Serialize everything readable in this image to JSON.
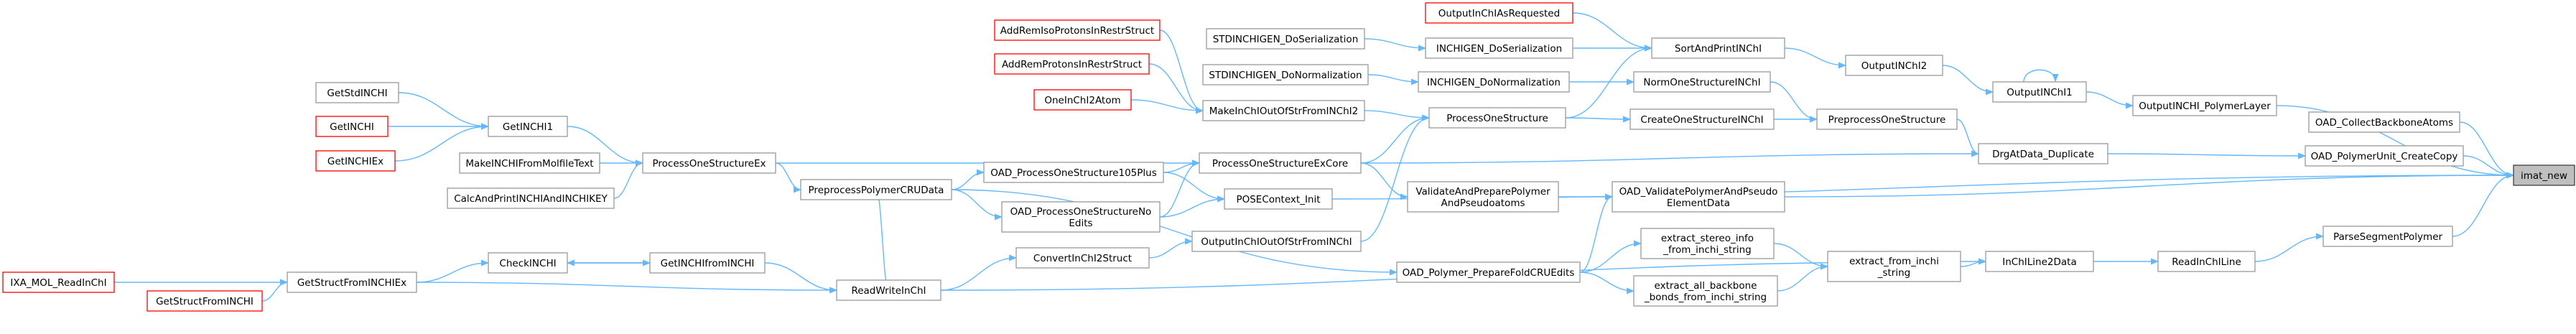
{
  "theme": {
    "node_fill": "#ffffff",
    "node_stroke": "#999999",
    "undocumented_stroke": "#ff0000",
    "root_fill": "#bfbfbf",
    "root_stroke": "#404040",
    "edge_color": "#63b8ff"
  },
  "nodes": {
    "OutputInChIAsRequested": {
      "label": "OutputInChIAsRequested",
      "kind": "undocumented"
    },
    "AddRemIsoProtonsInRestrStruct": {
      "label": "AddRemIsoProtonsInRestrStruct",
      "kind": "undocumented"
    },
    "STDINCHIGEN_DoSerialization": {
      "label": "STDINCHIGEN_DoSerialization",
      "kind": "normal"
    },
    "INCHIGEN_DoSerialization": {
      "label": "INCHIGEN_DoSerialization",
      "kind": "normal"
    },
    "SortAndPrintINChI": {
      "label": "SortAndPrintINChI",
      "kind": "normal"
    },
    "OutputINChI2": {
      "label": "OutputINChI2",
      "kind": "normal"
    },
    "OutputINChI1": {
      "label": "OutputINChI1",
      "kind": "normal"
    },
    "OutputINCHI_PolymerLayer": {
      "label": "OutputINCHI_PolymerLayer",
      "kind": "normal"
    },
    "AddRemProtonsInRestrStruct": {
      "label": "AddRemProtonsInRestrStruct",
      "kind": "undocumented"
    },
    "STDINCHIGEN_DoNormalization": {
      "label": "STDINCHIGEN_DoNormalization",
      "kind": "normal"
    },
    "INCHIGEN_DoNormalization": {
      "label": "INCHIGEN_DoNormalization",
      "kind": "normal"
    },
    "NormOneStructureINChI": {
      "label": "NormOneStructureINChI",
      "kind": "normal"
    },
    "GetStdINCHI": {
      "label": "GetStdINCHI",
      "kind": "normal"
    },
    "OneInChI2Atom": {
      "label": "OneInChI2Atom",
      "kind": "undocumented"
    },
    "MakeInChIOutOfStrFromINChI2": {
      "label": "MakeInChIOutOfStrFromINChI2",
      "kind": "normal"
    },
    "GetINCHI": {
      "label": "GetINCHI",
      "kind": "undocumented"
    },
    "GetINCHI1": {
      "label": "GetINCHI1",
      "kind": "normal"
    },
    "ProcessOneStructure": {
      "label": "ProcessOneStructure",
      "kind": "normal"
    },
    "CreateOneStructureINChI": {
      "label": "CreateOneStructureINChI",
      "kind": "normal"
    },
    "PreprocessOneStructure": {
      "label": "PreprocessOneStructure",
      "kind": "normal"
    },
    "OAD_CollectBackboneAtoms": {
      "label": "OAD_CollectBackboneAtoms",
      "kind": "normal"
    },
    "GetINCHIEx": {
      "label": "GetINCHIEx",
      "kind": "undocumented"
    },
    "MakeINCHIFromMolfileText": {
      "label": "MakeINCHIFromMolfileText",
      "kind": "normal"
    },
    "ProcessOneStructureEx": {
      "label": "ProcessOneStructureEx",
      "kind": "normal"
    },
    "OAD_ProcessOneStructure105Plus": {
      "label": "OAD_ProcessOneStructure105Plus",
      "kind": "normal"
    },
    "ProcessOneStructureExCore": {
      "label": "ProcessOneStructureExCore",
      "kind": "normal"
    },
    "DrgAtData_Duplicate": {
      "label": "DrgAtData_Duplicate",
      "kind": "normal"
    },
    "OAD_PolymerUnit_CreateCopy": {
      "label": "OAD_PolymerUnit_CreateCopy",
      "kind": "normal"
    },
    "imat_new": {
      "label": "imat_new",
      "kind": "root"
    },
    "CalcAndPrintINCHIAndINCHIKEY": {
      "label": "CalcAndPrintINCHIAndINCHIKEY",
      "kind": "normal"
    },
    "PreprocessPolymerCRUData": {
      "label": "PreprocessPolymerCRUData",
      "kind": "normal"
    },
    "OAD_ProcessOneStructureNoEdits": {
      "label": [
        "OAD_ProcessOneStructureNo",
        "Edits"
      ],
      "kind": "normal"
    },
    "POSEContext_Init": {
      "label": "POSEContext_Init",
      "kind": "normal"
    },
    "ValidateAndPreparePolymerAndPseudoatoms": {
      "label": [
        "ValidateAndPreparePolymer",
        "AndPseudoatoms"
      ],
      "kind": "normal"
    },
    "OAD_ValidatePolymerAndPseudoElementData": {
      "label": [
        "OAD_ValidatePolymerAndPseudo",
        "ElementData"
      ],
      "kind": "normal"
    },
    "ParseSegmentPolymer": {
      "label": "ParseSegmentPolymer",
      "kind": "normal"
    },
    "CheckINCHI": {
      "label": "CheckINCHI",
      "kind": "normal"
    },
    "GetINCHIfromINCHI": {
      "label": "GetINCHIfromINCHI",
      "kind": "normal"
    },
    "ConvertInChI2Struct": {
      "label": "ConvertInChI2Struct",
      "kind": "normal"
    },
    "OutputInChIOutOfStrFromINChI": {
      "label": "OutputInChIOutOfStrFromINChI",
      "kind": "normal"
    },
    "extract_stereo_info_from_inchi_string": {
      "label": [
        "extract_stereo_info",
        "_from_inchi_string"
      ],
      "kind": "normal"
    },
    "extract_from_inchi_string": {
      "label": [
        "extract_from_inchi",
        "_string"
      ],
      "kind": "normal"
    },
    "InChILine2Data": {
      "label": "InChILine2Data",
      "kind": "normal"
    },
    "ReadInChILine": {
      "label": "ReadInChILine",
      "kind": "normal"
    },
    "IXA_MOL_ReadInChI": {
      "label": "IXA_MOL_ReadInChI",
      "kind": "undocumented"
    },
    "GetStructFromINCHIEx": {
      "label": "GetStructFromINCHIEx",
      "kind": "normal"
    },
    "GetStructFromINCHI": {
      "label": "GetStructFromINCHI",
      "kind": "undocumented"
    },
    "OAD_Polymer_PrepareFoldCRUEdits": {
      "label": "OAD_Polymer_PrepareFoldCRUEdits",
      "kind": "normal"
    },
    "extract_all_backbone_bonds_from_inchi_string": {
      "label": [
        "extract_all_backbone",
        "_bonds_from_inchi_string"
      ],
      "kind": "normal"
    },
    "ReadWriteInChI": {
      "label": "ReadWriteInChI",
      "kind": "normal"
    }
  }
}
